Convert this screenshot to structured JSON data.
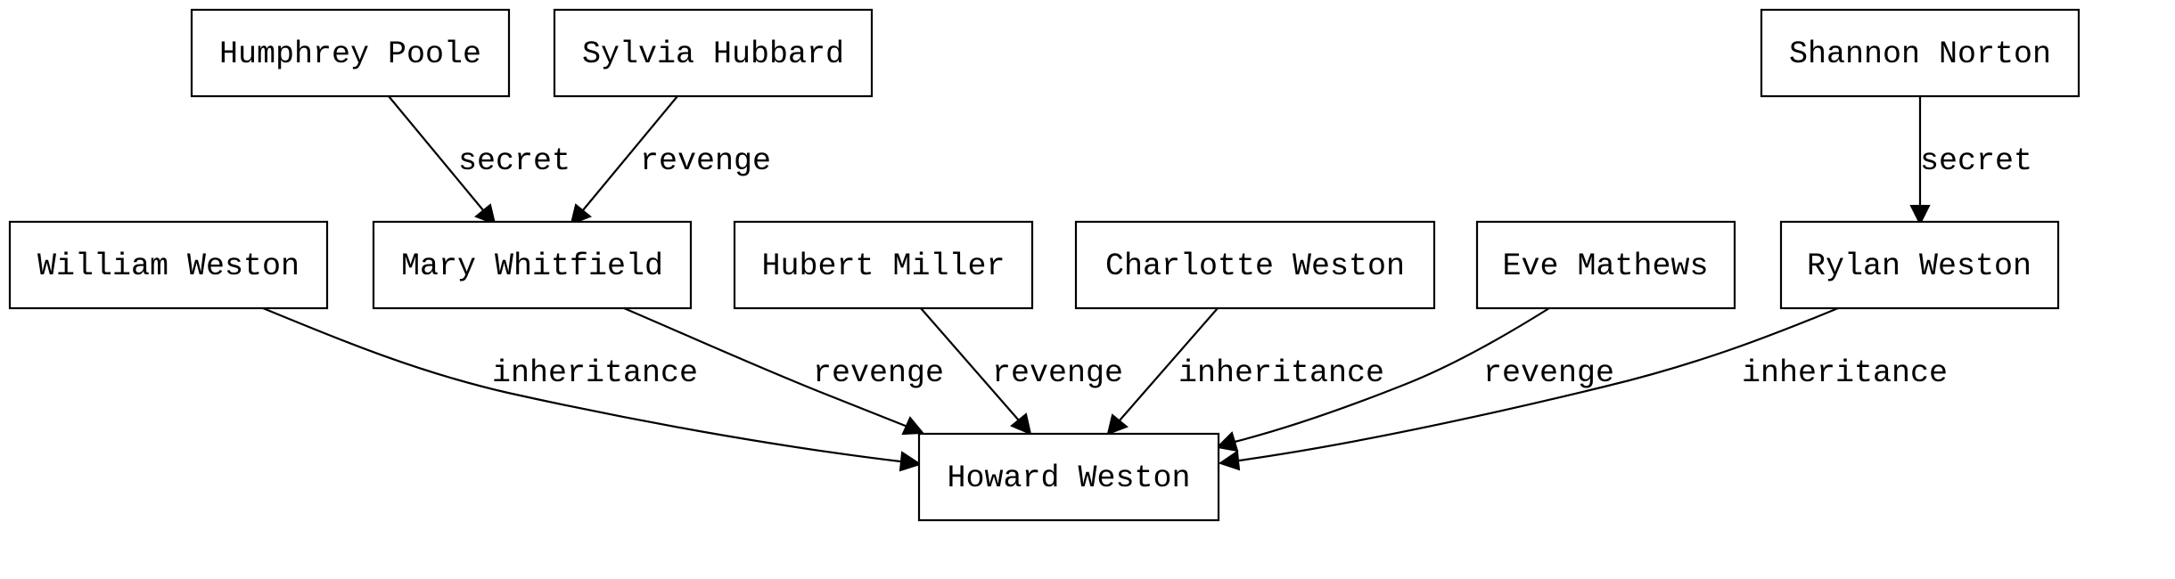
{
  "nodes": [
    {
      "id": "humphrey",
      "label": "Humphrey Poole"
    },
    {
      "id": "sylvia",
      "label": "Sylvia Hubbard"
    },
    {
      "id": "shannon",
      "label": "Shannon Norton"
    },
    {
      "id": "william",
      "label": "William Weston"
    },
    {
      "id": "mary",
      "label": "Mary Whitfield"
    },
    {
      "id": "hubert",
      "label": "Hubert Miller"
    },
    {
      "id": "charlotte",
      "label": "Charlotte Weston"
    },
    {
      "id": "eve",
      "label": "Eve Mathews"
    },
    {
      "id": "rylan",
      "label": "Rylan Weston"
    },
    {
      "id": "howard",
      "label": "Howard Weston"
    }
  ],
  "edges": [
    {
      "from": "humphrey",
      "to": "mary",
      "label": "secret"
    },
    {
      "from": "sylvia",
      "to": "mary",
      "label": "revenge"
    },
    {
      "from": "shannon",
      "to": "rylan",
      "label": "secret"
    },
    {
      "from": "william",
      "to": "howard",
      "label": "inheritance"
    },
    {
      "from": "mary",
      "to": "howard",
      "label": "revenge"
    },
    {
      "from": "hubert",
      "to": "howard",
      "label": "revenge"
    },
    {
      "from": "charlotte",
      "to": "howard",
      "label": "inheritance"
    },
    {
      "from": "eve",
      "to": "howard",
      "label": "revenge"
    },
    {
      "from": "rylan",
      "to": "howard",
      "label": "inheritance"
    }
  ]
}
